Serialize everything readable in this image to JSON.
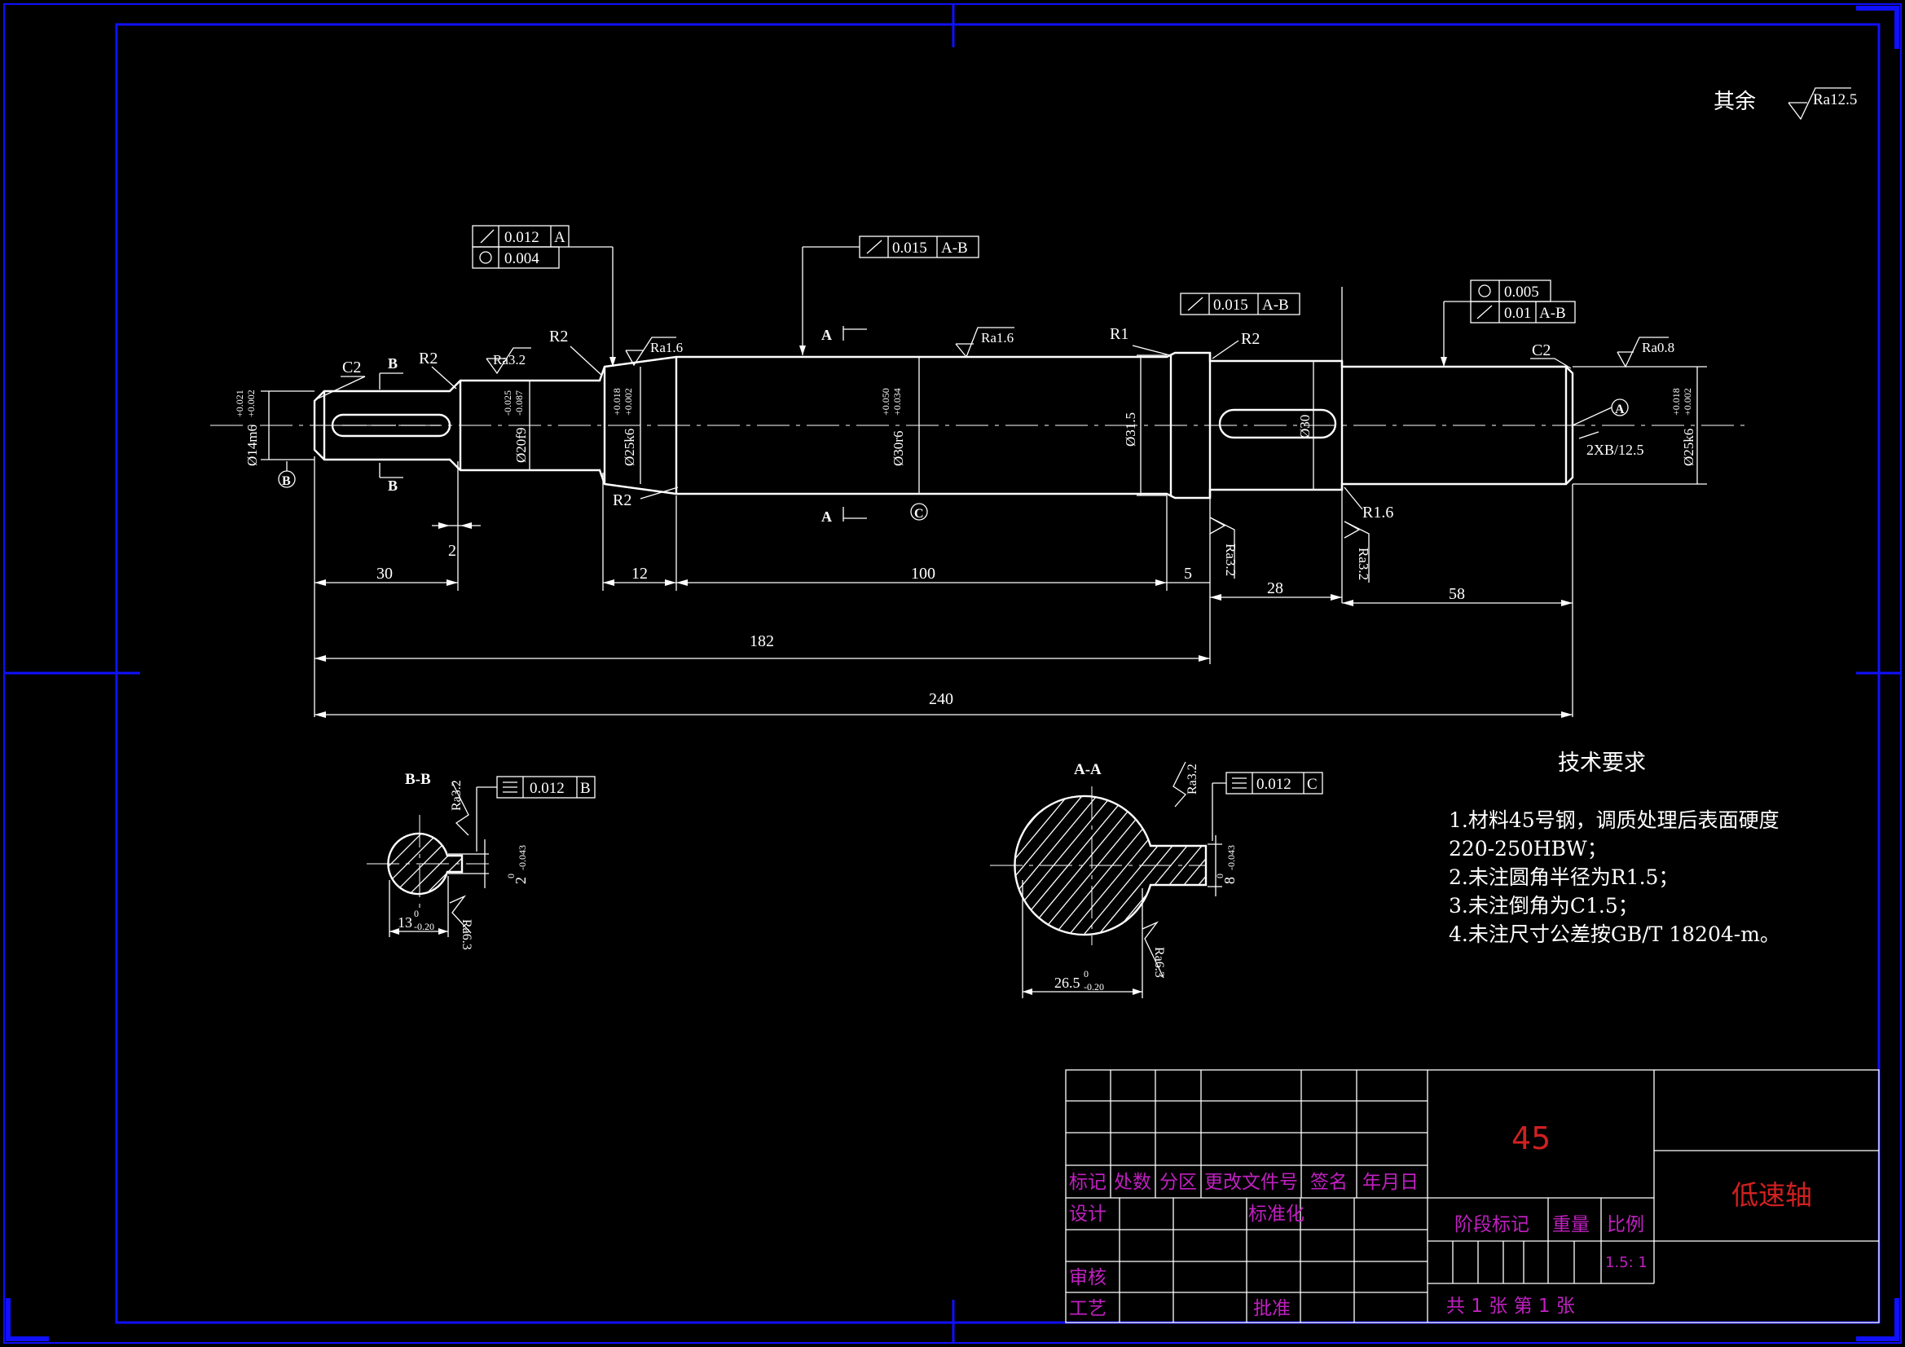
{
  "surface_finish_other": {
    "label": "其余",
    "value": "Ra12.5"
  },
  "gdt": {
    "runout_1": {
      "tol": "0.012",
      "datum": "A"
    },
    "cyl_1": {
      "tol": "0.004"
    },
    "runout_2": {
      "tol": "0.015",
      "datum": "A-B"
    },
    "runout_3": {
      "tol": "0.015",
      "datum": "A-B"
    },
    "cyl_2": {
      "tol": "0.005"
    },
    "runout_4": {
      "tol": "0.01",
      "datum": "A-B"
    },
    "sym_bb": {
      "tol": "0.012",
      "datum": "B"
    },
    "sym_aa": {
      "tol": "0.012",
      "datum": "C"
    }
  },
  "diameters": {
    "d14": {
      "main": "Ø14m6",
      "upper": "+0.021",
      "lower": "+0.002"
    },
    "d20": {
      "main": "Ø20f9",
      "upper": "-0.025",
      "lower": "-0.087"
    },
    "d25a": {
      "main": "Ø25k6",
      "upper": "+0.018",
      "lower": "+0.002"
    },
    "d30r": {
      "main": "Ø30r6",
      "upper": "+0.050",
      "lower": "+0.034"
    },
    "d31": "Ø31.5",
    "d30": "Ø30",
    "d25b": {
      "main": "Ø25k6",
      "upper": "+0.018",
      "lower": "+0.002"
    }
  },
  "labels": {
    "c2_left": "C2",
    "c2_right": "C2",
    "r2_1": "R2",
    "r2_2": "R2",
    "r2_3": "R2",
    "r2_4": "R2",
    "r1": "R1",
    "r16": "R1.6",
    "ra32_1": "Ra3.2",
    "ra16_1": "Ra1.6",
    "ra16_2": "Ra1.6",
    "ra32_2": "Ra3.2",
    "ra32_3": "Ra3.2",
    "ra08": "Ra0.8",
    "center_hole": "2XB/12.5",
    "sec_b_top": "B",
    "sec_b_bot": "B",
    "sec_a_top": "A",
    "sec_a_bot": "A",
    "datum_a": "A",
    "datum_b": "B",
    "datum_c": "C"
  },
  "dims": {
    "l30": "30",
    "l2": "2",
    "l12": "12",
    "l100": "100",
    "l5": "5",
    "l28": "28",
    "l58": "58",
    "l182": "182",
    "l240": "240"
  },
  "section_bb": {
    "title": "B-B",
    "width_main": "13",
    "width_upper": "0",
    "width_lower": "-0.20",
    "key_main": "2",
    "key_upper": "0",
    "key_lower": "-0.043",
    "ra_top": "Ra3.2",
    "ra_bot": "Ra6.3"
  },
  "section_aa": {
    "title": "A-A",
    "width_main": "26.5",
    "width_upper": "0",
    "width_lower": "-0.20",
    "key_main": "8",
    "key_upper": "0",
    "key_lower": "-0.043",
    "ra_top": "Ra3.2",
    "ra_bot": "Ra6.3"
  },
  "tech_requirements": {
    "title": "技术要求",
    "lines": [
      "1.材料45号钢，调质处理后表面硬度",
      "220-250HBW；",
      "2.未注圆角半径为R1.5；",
      "3.未注倒角为C1.5；",
      "4.未注尺寸公差按GB/T 18204-m。"
    ]
  },
  "title_block": {
    "material": "45",
    "part_name": "低速轴",
    "scale_value": "1.5: 1",
    "headers": [
      "标记",
      "处数",
      "分区",
      "更改文件号",
      "签名",
      "年月日"
    ],
    "design": "设计",
    "standardize": "标准化",
    "review": "审核",
    "process": "工艺",
    "approve": "批准",
    "stage_mark": "阶段标记",
    "weight": "重量",
    "scale": "比例",
    "sheets": "共 1 张 第 1 张"
  },
  "colors": {
    "frame": "#1010ff",
    "lines": "#ffffff",
    "title_text": "#c020c0",
    "name_text": "#d02020"
  }
}
